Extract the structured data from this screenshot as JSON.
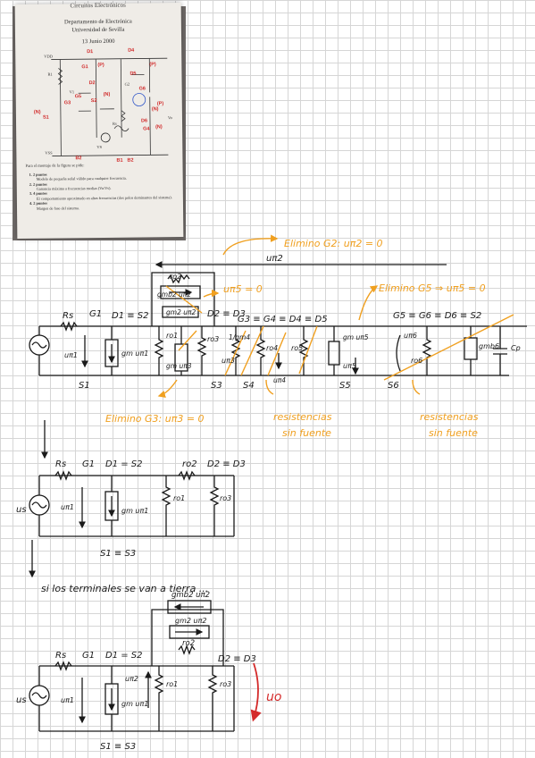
{
  "photo": {
    "header_title": "Circuitos Electrónicos",
    "department": "Departamento de Electrónica",
    "university": "Universidad de Sevilla",
    "date": "13 Junio 2000",
    "intro": "Para el montaje de la figura se pide:",
    "questions": [
      {
        "number": "1. 2 puntos",
        "text": "Modelo de pequeña señal válido para cualquier frecuencia."
      },
      {
        "number": "2. 2 puntos",
        "text": "Ganancia máxima a frecuencias medias (Vo/Vs)."
      },
      {
        "number": "3. 4 puntos",
        "text": "El comportamiento aproximado en altas frecuencias (dos polos dominantes del sistema)."
      },
      {
        "number": "4. 2 puntos",
        "text": "Margen de fase del sistema."
      }
    ],
    "red_marks": [
      "D1",
      "D4",
      "G1",
      "(P)",
      "(P)",
      "D5",
      "D2",
      "(N)",
      "(N)",
      "(N)",
      "S2",
      "G3",
      "G6",
      "G5",
      "(P)",
      "D6",
      "G4",
      "S1",
      "B2",
      "(N)",
      "B1",
      "B2"
    ],
    "circuit_labels": [
      "VDD",
      "R1",
      "V1",
      "VS",
      "Vo",
      "Rs",
      "VSS",
      "G2"
    ]
  },
  "notes": {
    "top_vpi2": "uπ2",
    "elimino_g2": "Elimino G2: uπ2 = 0",
    "vpi5": "uπ5 = 0",
    "elimino_g5": "Elimino G5 ⇒ uπ5 = 0",
    "elimino_g3": "Elimino G3: uπ3 = 0",
    "resistencias_1": "resistencias",
    "sin_fuente_1": "sin fuente",
    "resistencias_2": "resistencias",
    "sin_fuente_2": "sin fuente",
    "si_los_terminales": "si los terminales se van a tierra ..."
  },
  "circuit1": {
    "nodes": {
      "rs": "Rs",
      "g1": "G1",
      "d1": "D1 ≡ S2",
      "d2": "D2 ≡ D3",
      "g3": "G3 ≡ G4 ≡ D4 ≡ D5",
      "g5": "G5 ≡ G6 ≡ D6 ≡ S2",
      "s1": "S1",
      "s3": "S3",
      "s4": "S4",
      "s5": "S5",
      "s6": "S6"
    },
    "elements": {
      "ro2": "ro2",
      "gmb2": "gmb2 uπ2",
      "gm2": "gm2 uπ2",
      "gm1": "gm uπ1",
      "vpi1": "uπ1",
      "ro1": "ro1",
      "gm3": "gm uπ3",
      "ro3": "ro3",
      "vpi3": "uπ3",
      "one_over_gm4": "1/gm4",
      "ro4": "ro4",
      "ro5": "ro5",
      "vpi4": "uπ4",
      "gm5": "gm uπ5",
      "vpi5": "uπ5",
      "ro6": "ro6",
      "vpi6": "uπ6",
      "gmb6": "gmb6",
      "cp": "Cp",
      "rbig": "ro6"
    }
  },
  "circuit2": {
    "source": "us",
    "rs": "Rs",
    "g1": "G1",
    "d1": "D1 = S2",
    "ro2": "ro2",
    "d2": "D2 ≡ D3",
    "vpi1": "uπ1",
    "gm1": "gm uπ1",
    "ro1": "ro1",
    "ro3": "ro3",
    "s1": "S1 ≡ S3"
  },
  "circuit3": {
    "source": "us",
    "rs": "Rs",
    "g1": "G1",
    "d1": "D1 = S2",
    "gmb2": "gmb2 uπ2",
    "gm2": "gm2 uπ2",
    "ro2": "ro2",
    "d2": "D2 ≡ D3",
    "vpi2": "uπ2",
    "ro1": "ro1",
    "ro3": "ro3",
    "vpi1": "uπ1",
    "gm1": "gm uπ1",
    "s1": "S1 ≡ S3",
    "vo": "uo"
  },
  "colors": {
    "ink": "#1a1a1a",
    "orange": "#f0a020",
    "red": "#d42a2a",
    "grid": "#d6d6d6",
    "photo_red": "#d12a2a",
    "photo_green": "#2f7d3a",
    "photo_blue": "#2f55c8"
  }
}
